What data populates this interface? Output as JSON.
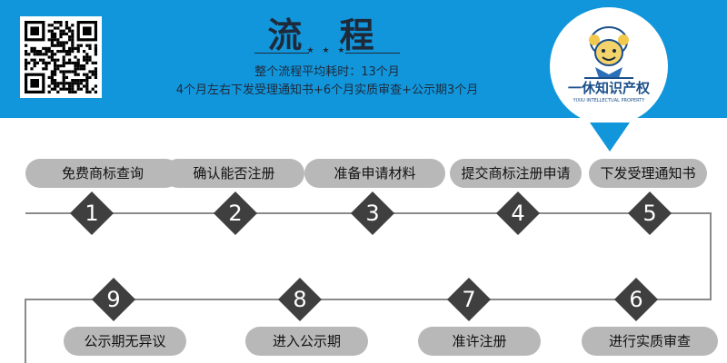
{
  "header": {
    "title": "流 程",
    "subtitle": "整个流程平均耗时：13个月",
    "subtitle_detail": "4个月左右下发受理通知书+6个月实质审查+公示期3个月"
  },
  "logo": {
    "text": "一休知识产权",
    "small_text": "YIXIU INTELLECTUAL PROPERTY"
  },
  "steps": [
    {
      "number": "1",
      "label": "免费商标查询"
    },
    {
      "number": "2",
      "label": "确认能否注册"
    },
    {
      "number": "3",
      "label": "准备申请材料"
    },
    {
      "number": "4",
      "label": "提交商标注册申请"
    },
    {
      "number": "5",
      "label": "下发受理通知书"
    },
    {
      "number": "6",
      "label": "进行实质审查"
    },
    {
      "number": "7",
      "label": "准许注册"
    },
    {
      "number": "8",
      "label": "进入公示期"
    },
    {
      "number": "9",
      "label": "公示期无异议"
    }
  ],
  "colors": {
    "header_bg": "#1196dc",
    "pill_bg": "#b8b8b8",
    "diamond_bg": "#3f3f3f",
    "line": "#8a8a8a"
  }
}
